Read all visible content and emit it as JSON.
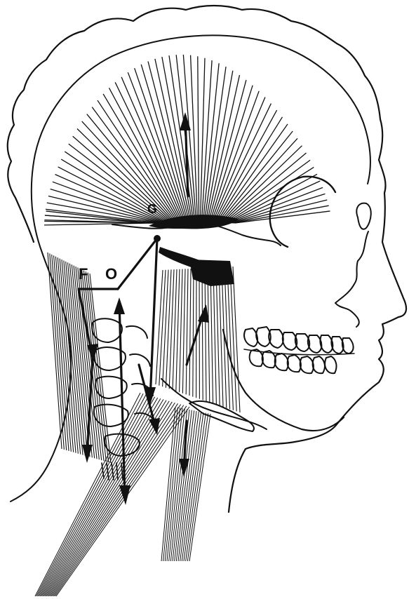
{
  "colors": {
    "ink": "#111111",
    "paper": "#ffffff"
  },
  "labels": {
    "f": "F",
    "o": "O",
    "g": "G"
  }
}
